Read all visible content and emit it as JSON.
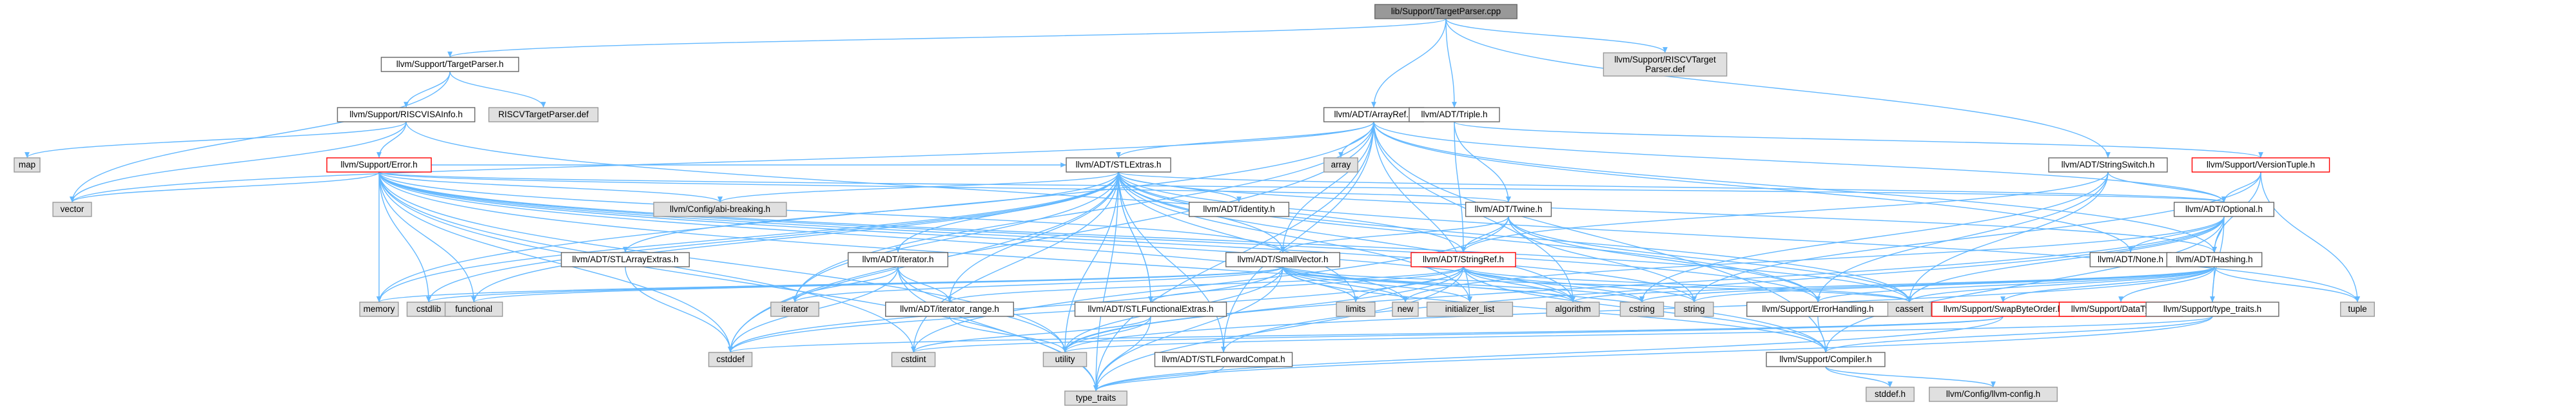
{
  "colors": {
    "edge": "#63B8FF",
    "root_fill": "#999999",
    "root_stroke": "#666666",
    "header_fill": "#ffffff",
    "header_stroke": "#666666",
    "system_fill": "#e0e0e0",
    "system_stroke": "#999999",
    "truncated_stroke": "#ff0000"
  },
  "nodes": {
    "root": {
      "label": "lib/Support/TargetParser.cpp",
      "kind": "root"
    },
    "tp_h": {
      "label": "llvm/Support/TargetParser.h",
      "kind": "header"
    },
    "riscv_def": {
      "label": [
        "llvm/Support/RISCVTarget",
        "Parser.def"
      ],
      "kind": "system"
    },
    "riscv_isa": {
      "label": "llvm/Support/RISCVISAInfo.h",
      "kind": "header"
    },
    "riscv_def2": {
      "label": "RISCVTargetParser.def",
      "kind": "system"
    },
    "arrayref": {
      "label": "llvm/ADT/ArrayRef.h",
      "kind": "header"
    },
    "triple": {
      "label": "llvm/ADT/Triple.h",
      "kind": "header"
    },
    "stringswitch": {
      "label": "llvm/ADT/StringSwitch.h",
      "kind": "header"
    },
    "versiontuple": {
      "label": "llvm/Support/VersionTuple.h",
      "kind": "truncated"
    },
    "map": {
      "label": "map",
      "kind": "system"
    },
    "vector": {
      "label": "vector",
      "kind": "system"
    },
    "error_h": {
      "label": "llvm/Support/Error.h",
      "kind": "truncated"
    },
    "stlextras": {
      "label": "llvm/ADT/STLExtras.h",
      "kind": "header"
    },
    "array": {
      "label": "array",
      "kind": "system"
    },
    "abi": {
      "label": "llvm/Config/abi-breaking.h",
      "kind": "system"
    },
    "identity": {
      "label": "llvm/ADT/identity.h",
      "kind": "header"
    },
    "twine": {
      "label": "llvm/ADT/Twine.h",
      "kind": "header"
    },
    "optional": {
      "label": "llvm/ADT/Optional.h",
      "kind": "header"
    },
    "stlarrayext": {
      "label": "llvm/ADT/STLArrayExtras.h",
      "kind": "header"
    },
    "iterator_h": {
      "label": "llvm/ADT/iterator.h",
      "kind": "header"
    },
    "smallvector": {
      "label": "llvm/ADT/SmallVector.h",
      "kind": "header"
    },
    "stringref": {
      "label": "llvm/ADT/StringRef.h",
      "kind": "truncated"
    },
    "none": {
      "label": "llvm/ADT/None.h",
      "kind": "header"
    },
    "hashing": {
      "label": "llvm/ADT/Hashing.h",
      "kind": "header"
    },
    "memory": {
      "label": "memory",
      "kind": "system"
    },
    "cstdlib": {
      "label": "cstdlib",
      "kind": "system"
    },
    "functional": {
      "label": "functional",
      "kind": "system"
    },
    "iterator": {
      "label": "iterator",
      "kind": "system"
    },
    "iter_range": {
      "label": "llvm/ADT/iterator_range.h",
      "kind": "header"
    },
    "limits": {
      "label": "limits",
      "kind": "system"
    },
    "new": {
      "label": "new",
      "kind": "system"
    },
    "init_list": {
      "label": "initializer_list",
      "kind": "system"
    },
    "stlfunc": {
      "label": "llvm/ADT/STLFunctionalExtras.h",
      "kind": "header"
    },
    "algorithm": {
      "label": "algorithm",
      "kind": "system"
    },
    "cstring": {
      "label": "cstring",
      "kind": "system"
    },
    "string": {
      "label": "string",
      "kind": "system"
    },
    "errorhandling": {
      "label": "llvm/Support/ErrorHandling.h",
      "kind": "header"
    },
    "cassert": {
      "label": "cassert",
      "kind": "system"
    },
    "swapbyte": {
      "label": "llvm/Support/SwapByteOrder.h",
      "kind": "truncated"
    },
    "datatypes": {
      "label": "llvm/Support/DataTypes.h",
      "kind": "truncated"
    },
    "typetraits_h": {
      "label": "llvm/Support/type_traits.h",
      "kind": "header"
    },
    "tuple": {
      "label": "tuple",
      "kind": "system"
    },
    "cstddef": {
      "label": "cstddef",
      "kind": "system"
    },
    "cstdint": {
      "label": "cstdint",
      "kind": "system"
    },
    "utility": {
      "label": "utility",
      "kind": "system"
    },
    "stlforward": {
      "label": "llvm/ADT/STLForwardCompat.h",
      "kind": "header"
    },
    "compiler": {
      "label": "llvm/Support/Compiler.h",
      "kind": "header"
    },
    "type_traits": {
      "label": "type_traits",
      "kind": "system"
    },
    "stddef": {
      "label": "stddef.h",
      "kind": "system"
    },
    "llvmconfig": {
      "label": "llvm/Config/llvm-config.h",
      "kind": "system"
    }
  },
  "edges": [
    [
      "root",
      "tp_h"
    ],
    [
      "root",
      "riscv_def"
    ],
    [
      "root",
      "arrayref"
    ],
    [
      "root",
      "triple"
    ],
    [
      "root",
      "stringswitch"
    ],
    [
      "tp_h",
      "riscv_isa"
    ],
    [
      "tp_h",
      "riscv_def2"
    ],
    [
      "tp_h",
      "vector"
    ],
    [
      "riscv_isa",
      "error_h"
    ],
    [
      "riscv_isa",
      "map"
    ],
    [
      "riscv_isa",
      "vector"
    ],
    [
      "riscv_isa",
      "stringref"
    ],
    [
      "arrayref",
      "stlextras"
    ],
    [
      "arrayref",
      "array"
    ],
    [
      "arrayref",
      "vector"
    ],
    [
      "arrayref",
      "smallvector"
    ],
    [
      "arrayref",
      "hashing"
    ],
    [
      "arrayref",
      "none"
    ],
    [
      "arrayref",
      "algorithm"
    ],
    [
      "arrayref",
      "cstddef"
    ],
    [
      "arrayref",
      "init_list"
    ],
    [
      "arrayref",
      "iterator"
    ],
    [
      "arrayref",
      "memory"
    ],
    [
      "arrayref",
      "compiler"
    ],
    [
      "arrayref",
      "type_traits"
    ],
    [
      "arrayref",
      "optional"
    ],
    [
      "arrayref",
      "stlforward"
    ],
    [
      "triple",
      "twine"
    ],
    [
      "triple",
      "stringref"
    ],
    [
      "triple",
      "versiontuple"
    ],
    [
      "stringswitch",
      "stringref"
    ],
    [
      "stringswitch",
      "errorhandling"
    ],
    [
      "stringswitch",
      "cassert"
    ],
    [
      "stringswitch",
      "cstring"
    ],
    [
      "stringswitch",
      "optional"
    ],
    [
      "versiontuple",
      "optional"
    ],
    [
      "versiontuple",
      "hashing"
    ],
    [
      "versiontuple",
      "tuple"
    ],
    [
      "versiontuple",
      "string"
    ],
    [
      "error_h",
      "abi"
    ],
    [
      "error_h",
      "stlextras"
    ],
    [
      "error_h",
      "twine"
    ],
    [
      "error_h",
      "memory"
    ],
    [
      "error_h",
      "cstdlib"
    ],
    [
      "error_h",
      "functional"
    ],
    [
      "error_h",
      "vector"
    ],
    [
      "error_h",
      "cstddef"
    ],
    [
      "error_h",
      "cstdint"
    ],
    [
      "error_h",
      "utility"
    ],
    [
      "error_h",
      "cassert"
    ],
    [
      "error_h",
      "algorithm"
    ],
    [
      "error_h",
      "new"
    ],
    [
      "error_h",
      "string"
    ],
    [
      "error_h",
      "type_traits"
    ],
    [
      "error_h",
      "errorhandling"
    ],
    [
      "error_h",
      "optional"
    ],
    [
      "error_h",
      "compiler"
    ],
    [
      "error_h",
      "smallvector"
    ],
    [
      "stlextras",
      "abi"
    ],
    [
      "stlextras",
      "identity"
    ],
    [
      "stlextras",
      "stlarrayext"
    ],
    [
      "stlextras",
      "iterator_h"
    ],
    [
      "stlextras",
      "iter_range"
    ],
    [
      "stlextras",
      "stlfunc"
    ],
    [
      "stlextras",
      "stlforward"
    ],
    [
      "stlextras",
      "smallvector"
    ],
    [
      "stlextras",
      "optional"
    ],
    [
      "stlextras",
      "hashing"
    ],
    [
      "stlextras",
      "errorhandling"
    ],
    [
      "stlextras",
      "algorithm"
    ],
    [
      "stlextras",
      "cassert"
    ],
    [
      "stlextras",
      "cstddef"
    ],
    [
      "stlextras",
      "cstdint"
    ],
    [
      "stlextras",
      "cstdlib"
    ],
    [
      "stlextras",
      "functional"
    ],
    [
      "stlextras",
      "init_list"
    ],
    [
      "stlextras",
      "iterator"
    ],
    [
      "stlextras",
      "limits"
    ],
    [
      "stlextras",
      "memory"
    ],
    [
      "stlextras",
      "tuple"
    ],
    [
      "stlextras",
      "type_traits"
    ],
    [
      "stlextras",
      "utility"
    ],
    [
      "twine",
      "smallvector"
    ],
    [
      "twine",
      "stringref"
    ],
    [
      "twine",
      "errorhandling"
    ],
    [
      "twine",
      "cassert"
    ],
    [
      "twine",
      "cstdint"
    ],
    [
      "twine",
      "string"
    ],
    [
      "optional",
      "none"
    ],
    [
      "optional",
      "hashing"
    ],
    [
      "optional",
      "compiler"
    ],
    [
      "optional",
      "typetraits_h"
    ],
    [
      "optional",
      "cassert"
    ],
    [
      "optional",
      "new"
    ],
    [
      "optional",
      "utility"
    ],
    [
      "optional",
      "stlforward"
    ],
    [
      "stlarrayext",
      "cstddef"
    ],
    [
      "iterator_h",
      "iter_range"
    ],
    [
      "iterator_h",
      "cstddef"
    ],
    [
      "iterator_h",
      "iterator"
    ],
    [
      "iterator_h",
      "type_traits"
    ],
    [
      "iterator_h",
      "utility"
    ],
    [
      "smallvector",
      "compiler"
    ],
    [
      "smallvector",
      "algorithm"
    ],
    [
      "smallvector",
      "cassert"
    ],
    [
      "smallvector",
      "cstddef"
    ],
    [
      "smallvector",
      "cstdlib"
    ],
    [
      "smallvector",
      "cstring"
    ],
    [
      "smallvector",
      "functional"
    ],
    [
      "smallvector",
      "init_list"
    ],
    [
      "smallvector",
      "iterator"
    ],
    [
      "smallvector",
      "limits"
    ],
    [
      "smallvector",
      "memory"
    ],
    [
      "smallvector",
      "new"
    ],
    [
      "smallvector",
      "type_traits"
    ],
    [
      "smallvector",
      "utility"
    ],
    [
      "stringref",
      "stlfunc"
    ],
    [
      "stringref",
      "iter_range"
    ],
    [
      "stringref",
      "compiler"
    ],
    [
      "stringref",
      "algorithm"
    ],
    [
      "stringref",
      "cassert"
    ],
    [
      "stringref",
      "cstddef"
    ],
    [
      "stringref",
      "cstring"
    ],
    [
      "stringref",
      "limits"
    ],
    [
      "stringref",
      "string"
    ],
    [
      "stringref",
      "type_traits"
    ],
    [
      "stringref",
      "utility"
    ],
    [
      "hashing",
      "errorhandling"
    ],
    [
      "hashing",
      "swapbyte"
    ],
    [
      "hashing",
      "datatypes"
    ],
    [
      "hashing",
      "typetraits_h"
    ],
    [
      "hashing",
      "algorithm"
    ],
    [
      "hashing",
      "cassert"
    ],
    [
      "hashing",
      "cstring"
    ],
    [
      "hashing",
      "string"
    ],
    [
      "hashing",
      "tuple"
    ],
    [
      "hashing",
      "utility"
    ],
    [
      "iter_range",
      "utility"
    ],
    [
      "stlfunc",
      "stlextras"
    ],
    [
      "stlfunc",
      "cstdint"
    ],
    [
      "stlfunc",
      "type_traits"
    ],
    [
      "stlfunc",
      "utility"
    ],
    [
      "errorhandling",
      "compiler"
    ],
    [
      "swapbyte",
      "cstddef"
    ],
    [
      "swapbyte",
      "cstdint"
    ],
    [
      "swapbyte",
      "type_traits"
    ],
    [
      "typetraits_h",
      "compiler"
    ],
    [
      "typetraits_h",
      "type_traits"
    ],
    [
      "typetraits_h",
      "utility"
    ],
    [
      "stlforward",
      "type_traits"
    ],
    [
      "compiler",
      "stddef"
    ],
    [
      "compiler",
      "llvmconfig"
    ]
  ]
}
